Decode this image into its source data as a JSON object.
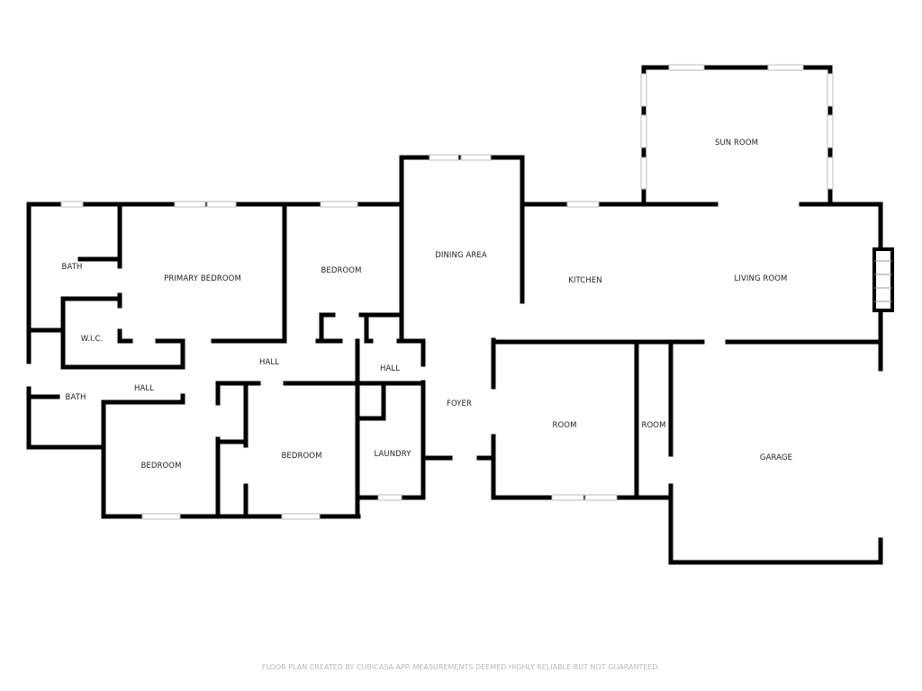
{
  "rooms": {
    "sun_room": "SUN ROOM",
    "bath_upper": "BATH",
    "primary_bedroom": "PRIMARY BEDROOM",
    "bedroom_top": "BEDROOM",
    "dining_area": "DINING AREA",
    "kitchen": "KITCHEN",
    "living_room": "LIVING ROOM",
    "wic": "W.I.C.",
    "hall_main": "HALL",
    "hall_small_right": "HALL",
    "hall_small_left": "HALL",
    "bath_lower": "BATH",
    "foyer": "FOYER",
    "room_large": "ROOM",
    "room_small": "ROOM",
    "laundry": "LAUNDRY",
    "bedroom_bottom_left": "BEDROOM",
    "bedroom_bottom_mid": "BEDROOM",
    "garage": "GARAGE"
  },
  "footer": "FLOOR PLAN CREATED BY CUBICASA APP. MEASUREMENTS DEEMED HIGHLY RELIABLE BUT NOT GUARANTEED.",
  "colors": {
    "wall": "#000000",
    "window": "#bdbdbd",
    "footer_text": "#b8b8b8"
  }
}
